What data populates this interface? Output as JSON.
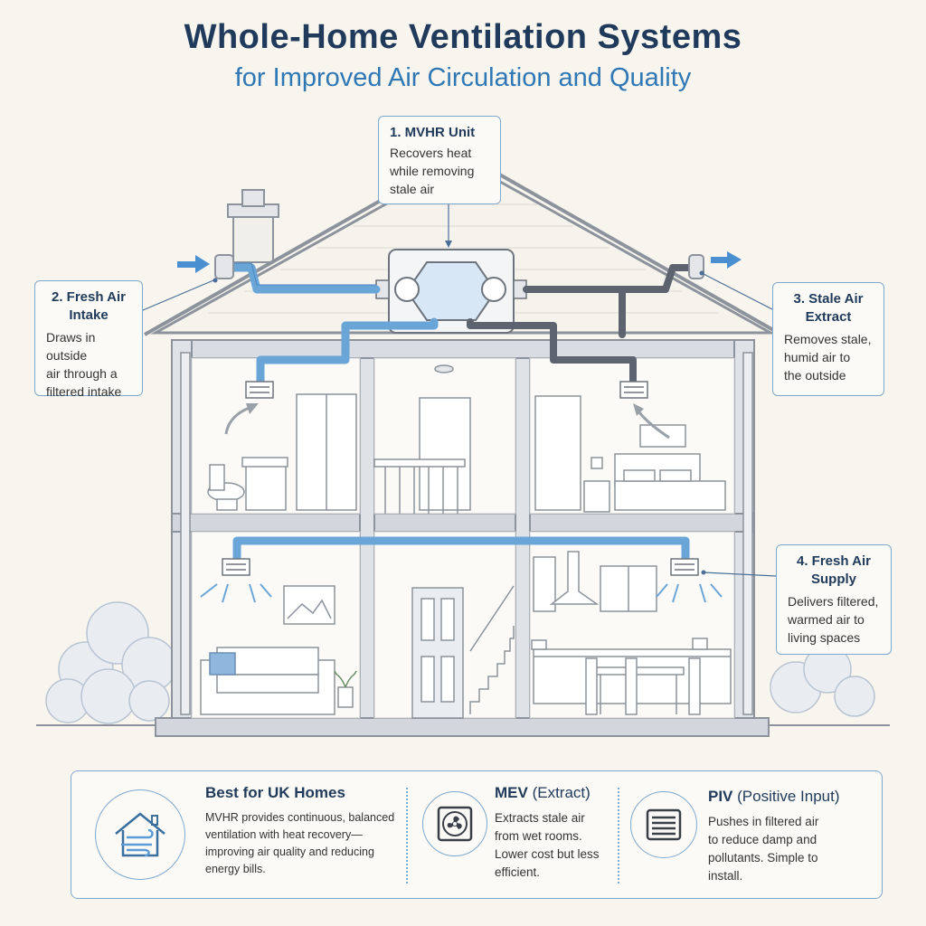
{
  "header": {
    "title": "Whole-Home Ventilation Systems",
    "subtitle": "for Improved Air Circulation and Quality"
  },
  "callouts": {
    "mvhr": {
      "title": "1. MVHR Unit",
      "lines": [
        "Recovers heat",
        "while removing",
        "stale air"
      ]
    },
    "intake": {
      "title_lines": [
        "2. Fresh Air",
        "Intake"
      ],
      "lines": [
        "Draws in outside",
        "air through a",
        "filtered intake"
      ]
    },
    "extract": {
      "title_lines": [
        "3. Stale Air",
        "Extract"
      ],
      "lines": [
        "Removes stale,",
        "humid air to",
        "the outside"
      ]
    },
    "supply": {
      "title_lines": [
        "4. Fresh Air",
        "Supply"
      ],
      "lines": [
        "Delivers filtered,",
        "warmed air to",
        "living spaces"
      ]
    }
  },
  "panel": {
    "uk": {
      "heading": "Best for UK Homes",
      "lines": [
        "MVHR provides continuous, balanced",
        "ventilation with heat recovery—",
        "improving air quality and reducing",
        "energy bills."
      ],
      "icon": "house-airflow-icon"
    },
    "mev": {
      "heading": "MEV",
      "heading_suffix": "(Extract)",
      "lines": [
        "Extracts stale air",
        "from wet rooms.",
        "Lower cost but less",
        "efficient."
      ],
      "icon": "extract-fan-icon"
    },
    "piv": {
      "heading": "PIV",
      "heading_suffix": "(Positive Input)",
      "lines": [
        "Pushes in filtered air",
        "to reduce damp and",
        "pollutants. Simple to",
        "install."
      ],
      "icon": "vent-grille-icon"
    }
  },
  "colors": {
    "fresh_duct": "#6aa5d8",
    "stale_duct": "#5d6470",
    "frame": "#8c939c",
    "text_dark": "#1f3a5a",
    "accent": "#2f78b5",
    "background": "#f8f5ee"
  }
}
